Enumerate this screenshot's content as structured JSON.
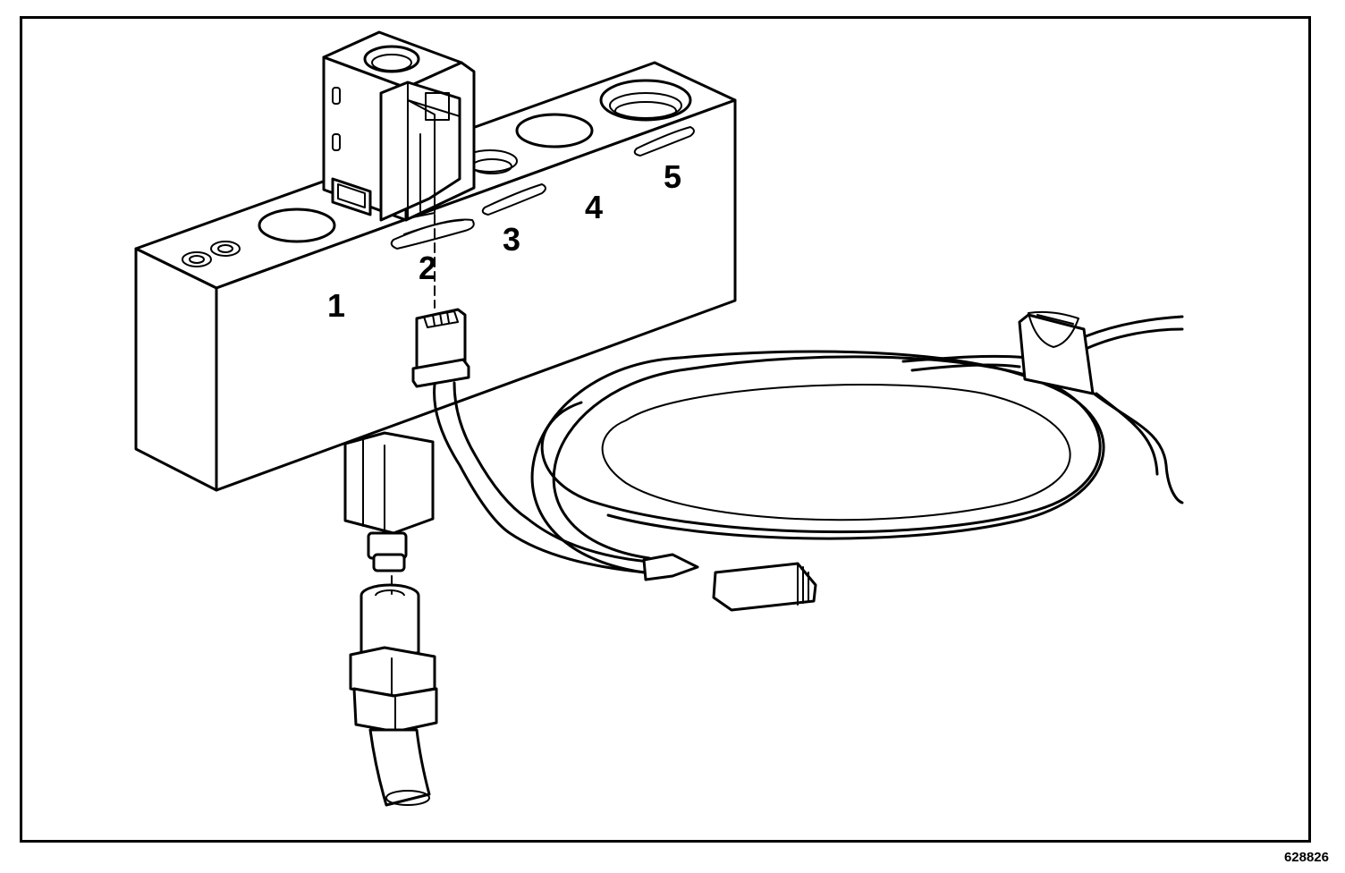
{
  "figure_id": "628826",
  "port_labels": [
    "1",
    "2",
    "3",
    "4",
    "5"
  ]
}
